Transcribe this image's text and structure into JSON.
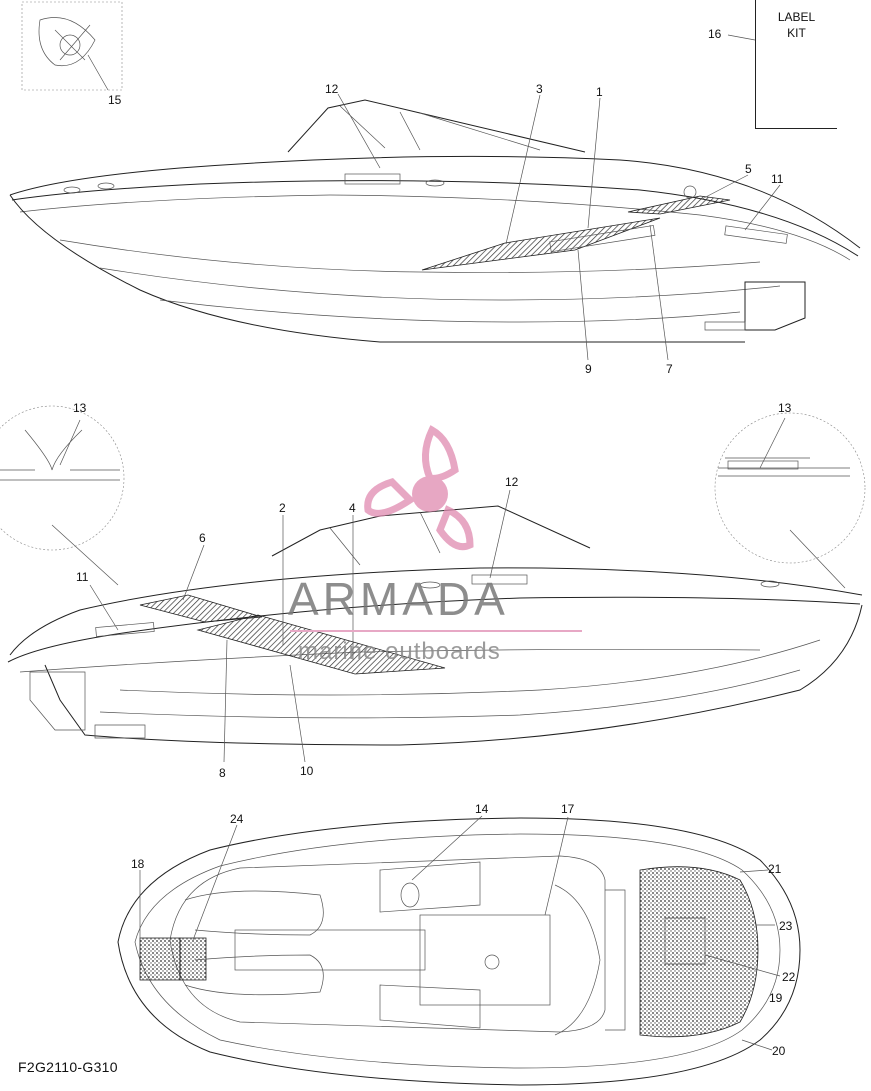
{
  "label_kit": {
    "text": "LABEL\nKIT"
  },
  "diagram_code": "F2G2110-G310",
  "watermark": {
    "brand": "ARMADA",
    "sub": "marine outboards",
    "accent": "#e08ab0"
  },
  "callouts": {
    "c1": "1",
    "c2": "2",
    "c3": "3",
    "c4": "4",
    "c5": "5",
    "c6": "6",
    "c7": "7",
    "c8": "8",
    "c9": "9",
    "c10": "10",
    "c11a": "11",
    "c11b": "11",
    "c12a": "12",
    "c12b": "12",
    "c13a": "13",
    "c13b": "13",
    "c14": "14",
    "c15": "15",
    "c16": "16",
    "c17": "17",
    "c18": "18",
    "c19": "19",
    "c20": "20",
    "c21": "21",
    "c22": "22",
    "c23": "23",
    "c24": "24"
  }
}
